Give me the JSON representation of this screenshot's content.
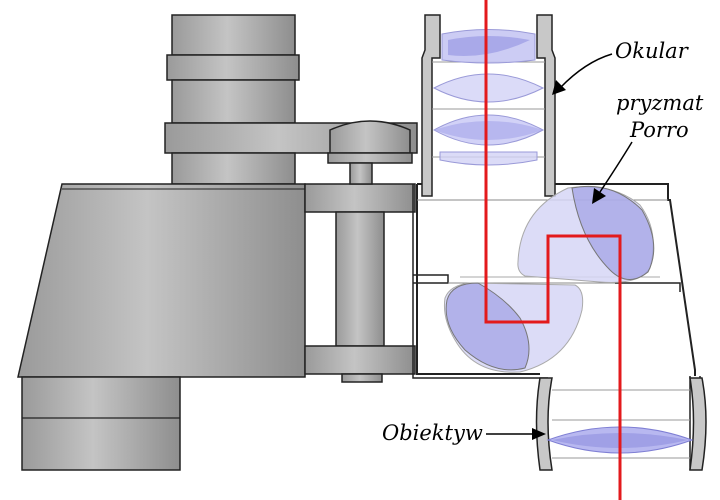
{
  "labels": {
    "eyepiece": "Okular",
    "prism_line1": "pryzmat",
    "prism_line2": "Porro",
    "objective": "Obiektyw"
  },
  "colors": {
    "body_gray": "#a9a9a9",
    "body_light": "#c8c8c8",
    "outline": "#222222",
    "lens_fill": "#c9c9f5",
    "lens_dark": "#8f8fe0",
    "light_ray": "#e31a1c"
  }
}
